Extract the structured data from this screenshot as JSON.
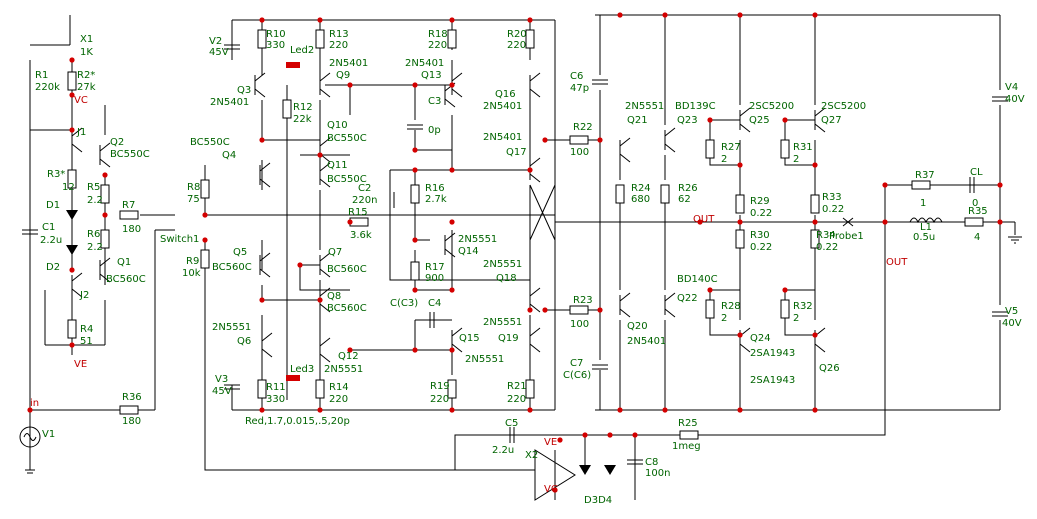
{
  "labels": {
    "X1": "X1",
    "X1v": "1K",
    "R1": "R1",
    "R1v": "220k",
    "R2": "R2*",
    "R2v": "27k",
    "VC": "VC",
    "J1": "J1",
    "Q2": "Q2",
    "Q2t": "BC550C",
    "R3": "R3*",
    "R3v": "12",
    "R5": "R5",
    "R5v": "2.2",
    "D1": "D1",
    "C1": "C1",
    "C1v": "2.2u",
    "R6": "R6",
    "R6v": "2.2",
    "D2": "D2",
    "Q1": "Q1",
    "Q1t": "BC560C",
    "J2": "J2",
    "R4": "R4",
    "R4v": "51",
    "VE": "VE",
    "R7": "R7",
    "R7v": "180",
    "Switch1": "Switch1",
    "in": "in",
    "V1": "V1",
    "R36": "R36",
    "R36v": "180",
    "V2": "V2",
    "V2v": "45V",
    "R10": "R10",
    "R10v": "330",
    "R13": "R13",
    "R13v": "220",
    "Led2": "Led2",
    "Q3": "Q3",
    "Q3t": "2N5401",
    "Q9": "Q9",
    "Q9t": "2N5401",
    "R12": "R12",
    "R12v": "22k",
    "Q10": "Q10",
    "Q10t": "BC550C",
    "BC550Cl": "BC550C",
    "Q4": "Q4",
    "Q11": "Q11",
    "Q11t": "BC550C",
    "R8": "R8",
    "R8v": "75",
    "R9": "R9",
    "R9v": "10k",
    "Q5": "Q5",
    "Q5t": "BC560C",
    "Q7": "Q7",
    "Q7t": "BC560C",
    "Q8": "Q8",
    "Q8t": "BC560C",
    "Q6t": "2N5551",
    "Q6": "Q6",
    "Q12": "Q12",
    "Q12t": "2N5551",
    "V3": "V3",
    "V3v": "45V",
    "R11": "R11",
    "R11v": "330",
    "Led3": "Led3",
    "R14": "R14",
    "R14v": "220",
    "LedNote": "Red,1.7,0.015,.5,20p",
    "R18": "R18",
    "R18v": "220",
    "Q13t": "2N5401",
    "Q13": "Q13",
    "C3": "C3",
    "C3v": "0p",
    "C2": "C2",
    "C2v": "220n",
    "R15": "R15",
    "R15v": "3.6k",
    "R16": "R16",
    "R16v": "2.7k",
    "Q14t": "2N5551",
    "Q14": "Q14",
    "R17": "R17",
    "R17v": "900",
    "CC3": "C(C3)",
    "C4": "C4",
    "Q15": "Q15",
    "Q15t": "2N5551",
    "R19": "R19",
    "R19v": "220",
    "R20": "R20",
    "R20v": "220",
    "Q16": "Q16",
    "Q16t": "2N5401",
    "Q17t": "2N5401",
    "Q17": "Q17",
    "Q18t": "2N5551",
    "Q18": "Q18",
    "Q19t": "2N5551",
    "Q19": "Q19",
    "R21": "R21",
    "R21v": "220",
    "C6": "C6",
    "C6v": "47p",
    "R22": "R22",
    "R22v": "100",
    "Q21t": "2N5551",
    "Q21": "Q21",
    "Q23t": "BD139C",
    "Q23": "Q23",
    "R24": "R24",
    "R24v": "680",
    "R26": "R26",
    "R26v": "62",
    "R23": "R23",
    "R23v": "100",
    "Q20": "Q20",
    "Q20t": "2N5401",
    "Q22t": "BD140C",
    "Q22": "Q22",
    "C7": "C7",
    "CC6": "C(C6)",
    "Q25t": "2SC5200",
    "Q25": "Q25",
    "R27": "R27",
    "R27v": "2",
    "R29": "R29",
    "R29v": "0.22",
    "R30": "R30",
    "R30v": "0.22",
    "R28": "R28",
    "R28v": "2",
    "Q24": "Q24",
    "Q24t": "2SA1943",
    "Q27t": "2SC5200",
    "Q27": "Q27",
    "R31": "R31",
    "R31v": "2",
    "R33": "R33",
    "R33v": "0.22",
    "R34": "R34",
    "R34v": "0.22",
    "R32": "R32",
    "R32v": "2",
    "Q26": "Q26",
    "Q26t": "2SA1943",
    "OUT": "OUT",
    "Probe1": "Probe1",
    "R37": "R37",
    "R37v": "1",
    "CL": "CL",
    "CLv": "0",
    "L1": "L1",
    "L1v": "0.5u",
    "R35": "R35",
    "R35v": "4",
    "OUT2": "OUT",
    "V4": "V4",
    "V4v": "40V",
    "V5": "V5",
    "V5v": "40V",
    "C5": "C5",
    "C5v": "2.2u",
    "X2": "X2",
    "VE2": "VE",
    "VC2": "VC",
    "D3D4": "D3D4",
    "C8": "C8",
    "C8v": "100n",
    "R25": "R25",
    "R25v": "1meg"
  }
}
